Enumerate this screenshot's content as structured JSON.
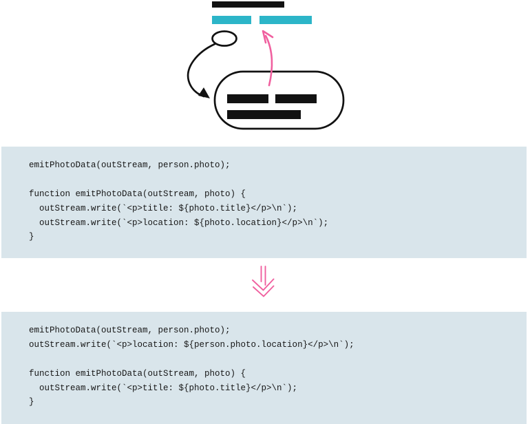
{
  "figure": {
    "code_before": {
      "lines": [
        "emitPhotoData(outStream, person.photo);",
        "",
        "function emitPhotoData(outStream, photo) {",
        "  outStream.write(`<p>title: ${photo.title}</p>\\n`);",
        "  outStream.write(`<p>location: ${photo.location}</p>\\n`);",
        "}"
      ]
    },
    "code_after": {
      "lines": [
        "emitPhotoData(outStream, person.photo);",
        "outStream.write(`<p>location: ${person.photo.location}</p>\\n`);",
        "",
        "function emitPhotoData(outStream, photo) {",
        "  outStream.write(`<p>title: ${photo.title}</p>\\n`);",
        "}"
      ]
    }
  },
  "colors": {
    "code_background": "#d9e5eb",
    "highlight_cyan": "#2cb5c8",
    "arrow_pink": "#f0609f",
    "ink_black": "#121212"
  },
  "icons": {
    "call_arrow": "curved-black-arrow-down",
    "move_to_caller_arrow": "curved-pink-arrow-up",
    "transform_arrow": "pink-double-chevron-arrow-down"
  }
}
